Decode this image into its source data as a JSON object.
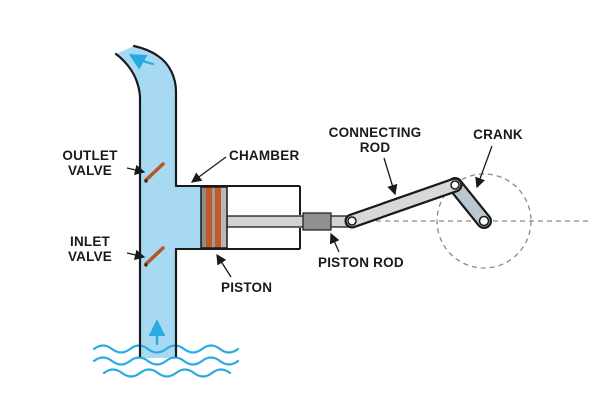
{
  "diagram": {
    "labels": {
      "outlet_valve": "OUTLET\nVALVE",
      "inlet_valve": "INLET\nVALVE",
      "chamber": "CHAMBER",
      "connecting_rod": "CONNECTING\nROD",
      "crank": "CRANK",
      "piston_rod": "PISTON ROD",
      "piston": "PISTON"
    },
    "colors": {
      "water": "#a8d9f2",
      "flow_arrow": "#29abe2",
      "valve": "#b5572a",
      "piston_stripe": "#c25a28",
      "metal_light": "#d8d8d8",
      "metal_dark": "#8f8f8f",
      "crank_link": "#b9c7ce",
      "outline": "#1a1a1a",
      "dashed_guide": "#8a8a8a"
    }
  }
}
